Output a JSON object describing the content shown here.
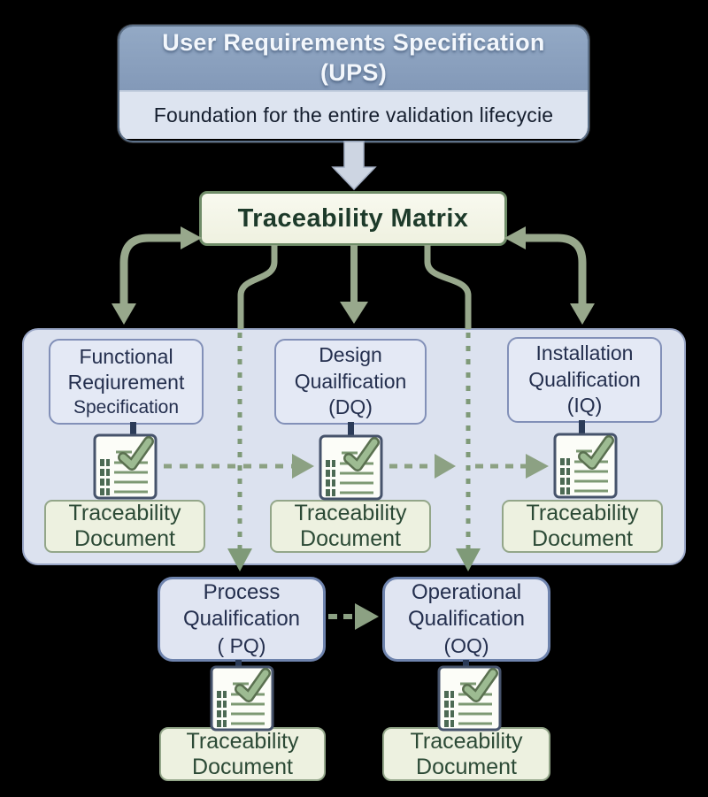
{
  "urs": {
    "title": "User Requirements Specification",
    "title_abbr": "(UPS)",
    "subtitle": "Foundation for the entire validation lifecycie"
  },
  "traceability_matrix": {
    "label": "Traceability Matrix"
  },
  "columns": [
    {
      "id": "frs",
      "lines": [
        "Functional",
        "Reqiurement",
        "Specification"
      ],
      "icon": "document-checkmark-icon",
      "td": {
        "line1": "Traceability",
        "line2": "Document"
      }
    },
    {
      "id": "dq",
      "lines": [
        "Design",
        "Quailfication",
        "(DQ)"
      ],
      "icon": "document-checkmark-icon",
      "td": {
        "line1": "Traceability",
        "line2": "Document"
      }
    },
    {
      "id": "iq",
      "lines": [
        "Installation",
        "Qualification",
        "(IQ)"
      ],
      "icon": "document-checkmark-icon",
      "td": {
        "line1": "Traceability",
        "line2": "Document"
      }
    }
  ],
  "bottom_nodes": [
    {
      "id": "pq",
      "lines": [
        "Process",
        "Qualification",
        "( PQ)"
      ],
      "icon": "document-checkmark-icon",
      "td": {
        "line1": "Traceability",
        "line2": "Document"
      }
    },
    {
      "id": "oq",
      "lines": [
        "Operational",
        "Qualification",
        "(OQ)"
      ],
      "icon": "document-checkmark-icon",
      "td": {
        "line1": "Traceability",
        "line2": "Document"
      }
    }
  ],
  "colors": {
    "background": "#000000",
    "urs_header_fill": "#8ba1bf",
    "urs_body_fill": "#dde4f0",
    "matrix_fill": "#f5f6e9",
    "matrix_border": "#6f8c68",
    "container_fill": "#dce2ef",
    "node_fill": "#e4e9f5",
    "node_border": "#8290b8",
    "td_fill": "#edf1e0",
    "td_border": "#93a689",
    "arrow_green": "#99a98d",
    "arrow_blue": "#cdd5e2",
    "connector_dark": "#2b3b58"
  }
}
